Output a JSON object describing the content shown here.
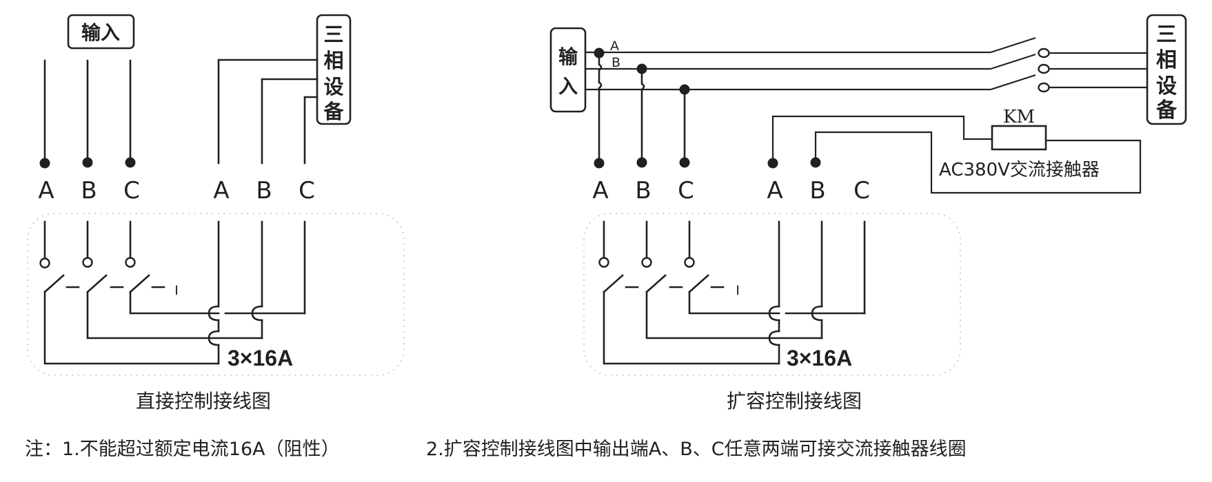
{
  "colors": {
    "line": "#231f20",
    "enclosure_dots": "#c9a9a9",
    "background": "#ffffff"
  },
  "direct": {
    "input_label": "输入",
    "device_label": [
      "三",
      "相",
      "设",
      "备"
    ],
    "in_terminals": [
      "A",
      "B",
      "C"
    ],
    "out_terminals": [
      "A",
      "B",
      "C"
    ],
    "rating": "3×16A",
    "switch_marker": "I",
    "caption": "直接控制接线图"
  },
  "expand": {
    "input_label": [
      "输",
      "入"
    ],
    "bus_labels": [
      "A",
      "B"
    ],
    "device_label": [
      "三",
      "相",
      "设",
      "备"
    ],
    "in_terminals": [
      "A",
      "B",
      "C"
    ],
    "out_terminals": [
      "A",
      "B",
      "C"
    ],
    "rating": "3×16A",
    "switch_marker": "I",
    "coil_label": "KM",
    "contactor_label": "AC380V交流接触器",
    "caption": "扩容控制接线图"
  },
  "notes": {
    "note1": "注：1.不能超过额定电流16A（阻性）",
    "note2": "2.扩容控制接线图中输出端A、B、C任意两端可接交流接触器线圈"
  }
}
